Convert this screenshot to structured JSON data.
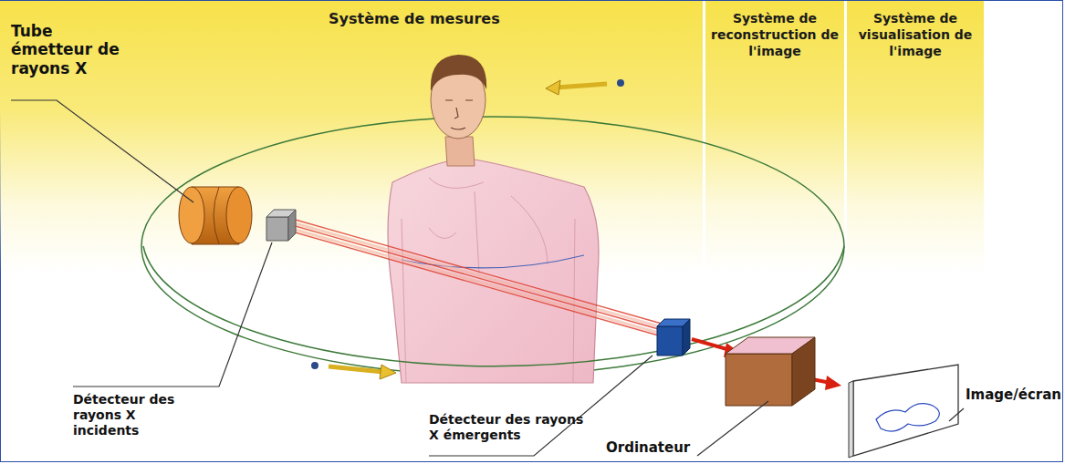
{
  "diagram": {
    "nodes": [
      {
        "text": [
          "Système de mesures"
        ]
      },
      {
        "text": [
          "Système de reconstruction de l'image"
        ]
      },
      {
        "text": [
          "Système de visualisation de l'image"
        ]
      }
    ],
    "labels": [
      "Tube émetteur de rayons X",
      "Détecteur des rayons X incidents",
      "Détecteur des rayons X émergents",
      "Ordinateur",
      "Image/écran"
    ]
  }
}
